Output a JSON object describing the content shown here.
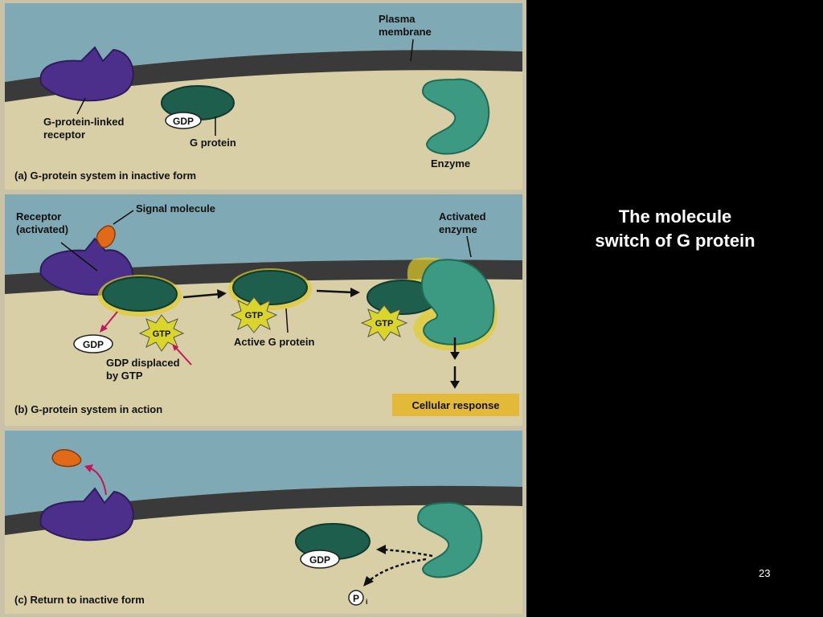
{
  "slide": {
    "title_line1": "The molecule",
    "title_line2": "switch of G protein",
    "page_number": "23"
  },
  "panel_a": {
    "plasma_membrane_line1": "Plasma",
    "plasma_membrane_line2": "membrane",
    "receptor_line1": "G-protein-linked",
    "receptor_line2": "receptor",
    "gdp": "GDP",
    "g_protein": "G protein",
    "enzyme": "Enzyme",
    "caption": "(a) G-protein system in inactive form"
  },
  "panel_b": {
    "receptor_line1": "Receptor",
    "receptor_line2": "(activated)",
    "signal_molecule": "Signal molecule",
    "activated_enzyme_line1": "Activated",
    "activated_enzyme_line2": "enzyme",
    "gdp": "GDP",
    "gtp": "GTP",
    "gdp_displaced_line1": "GDP displaced",
    "gdp_displaced_line2": "by GTP",
    "active_g_protein": "Active G protein",
    "cellular_response": "Cellular response",
    "caption": "(b) G-protein system in action"
  },
  "panel_c": {
    "gdp": "GDP",
    "phosphate": "P",
    "phosphate_sub": "i",
    "caption": "(c) Return to inactive form"
  },
  "colors": {
    "sky": "#7fa9b5",
    "cytoplasm": "#d8cfa6",
    "membrane": "#3a3a3a",
    "receptor": "#4b2f8a",
    "g_protein": "#1d5e4c",
    "enzyme": "#3c9a82",
    "signal": "#e06a18",
    "gtp_star": "#d9d52a",
    "highlight": "#e3cc2a"
  }
}
